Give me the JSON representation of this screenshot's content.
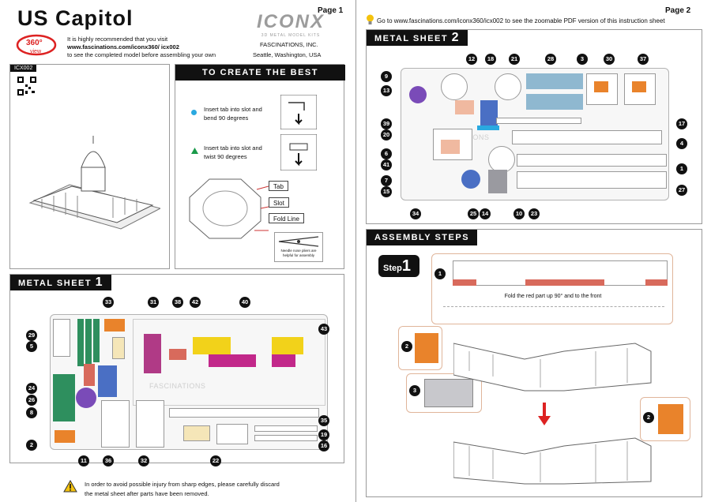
{
  "page1": {
    "title": "US Capitol",
    "page_label": "Page 1",
    "brand_logo": "ICONX",
    "brand_tagline": "3D METAL MODEL KITS",
    "company": "FASCINATIONS, INC.",
    "company_location": "Seattle, Washington, USA",
    "badge_text": "360°",
    "badge_sub": "view",
    "visit_line1": "It is highly recommended that you visit",
    "visit_url": "www.fascinations.com/iconx360/ icx002",
    "visit_line3": "to see the completed model before assembling your own",
    "model_code": "ICX002",
    "connections_header": "TO CREATE THE BEST CONNECTIONS",
    "tip1_line1": "Insert tab into slot and",
    "tip1_line2": "bend 90 degrees",
    "tip2_line1": "Insert tab into slot and",
    "tip2_line2": "twist 90  degrees",
    "legend_tab": "Tab",
    "legend_slot": "Slot",
    "legend_fold": "Fold Line",
    "pliers_note": "Needle nose pliers are helpful for assembly",
    "sheet1_header": "METAL SHEET",
    "sheet1_num": "1",
    "sheet1_watermark": "FASCINATIONS",
    "sheet1_parts": [
      "33",
      "31",
      "38",
      "42",
      "40",
      "43",
      "29",
      "5",
      "24",
      "26",
      "8",
      "2",
      "11",
      "36",
      "32",
      "22",
      "35",
      "19",
      "16"
    ],
    "warning_line1": "In order to avoid possible injury from sharp edges, please carefully discard",
    "warning_line2": "the metal sheet after parts have been removed."
  },
  "page2": {
    "page_label": "Page 2",
    "zoom_note": "Go to www.fascinations.com/iconx360/icx002 to see the zoomable PDF version of this instruction sheet",
    "sheet2_header": "METAL SHEET",
    "sheet2_num": "2",
    "sheet2_watermark": "FASCINATIONS",
    "sheet2_parts": [
      "9",
      "13",
      "12",
      "18",
      "21",
      "28",
      "3",
      "30",
      "37",
      "17",
      "39",
      "20",
      "4",
      "6",
      "41",
      "1",
      "7",
      "15",
      "27",
      "34",
      "25",
      "14",
      "10",
      "23"
    ],
    "assembly_header": "ASSEMBLY STEPS",
    "step_word": "Step",
    "step_num": "1",
    "step1_part": "1",
    "step1_caption": "Fold the red part up 90° and to the front",
    "callout_left_num": "2",
    "callout_mid_num": "3",
    "callout_right_num": "2"
  },
  "colors": {
    "tab_dot": "#2aa9e0",
    "twist_triangle": "#1a9a4a",
    "orange_part": "#e9832b",
    "magenta_part": "#c2288a",
    "yellow_part": "#f2d21a",
    "blue_part": "#4a6fc4",
    "purple_part": "#7a4bb8",
    "green_part": "#2e8f5e",
    "pink_part": "#f0b9a0",
    "red_part": "#d86a5c"
  }
}
